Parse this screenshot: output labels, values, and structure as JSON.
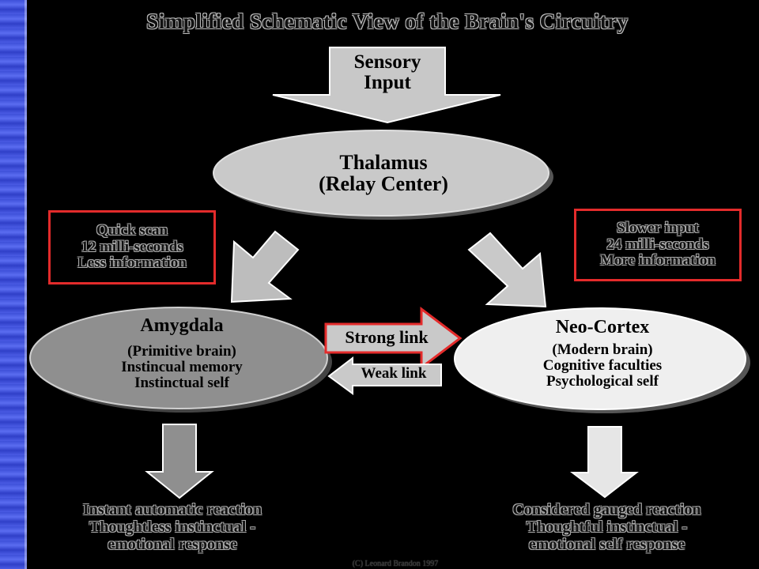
{
  "title": "Simplified Schematic View of the Brain's Circuitry",
  "sensory_input": {
    "line1": "Sensory",
    "line2": "Input"
  },
  "thalamus": {
    "name": "Thalamus",
    "subtitle": "(Relay Center)"
  },
  "quick_box": {
    "line1": "Quick scan",
    "line2": "12 milli-seconds",
    "line3": "Less information"
  },
  "slower_box": {
    "line1": "Slower input",
    "line2": "24 milli-seconds",
    "line3": "More information"
  },
  "amygdala": {
    "name": "Amygdala",
    "line1": "(Primitive brain)",
    "line2": "Instincual memory",
    "line3": "Instinctual self"
  },
  "neocortex": {
    "name": "Neo-Cortex",
    "line1": "(Modern brain)",
    "line2": "Cognitive faculties",
    "line3": "Psychological self"
  },
  "strong_link": "Strong link",
  "weak_link": "Weak link",
  "left_outcome": {
    "line1": "Instant automatic reaction",
    "line2": "Thoughtless instinctual -",
    "line3": "emotional response"
  },
  "right_outcome": {
    "line1": "Considered gauged reaction",
    "line2": "Thoughtful instinctual -",
    "line3": "emotional self response"
  },
  "credit": "(C) Leonard Brandon 1997",
  "colors": {
    "background": "#000000",
    "sidebar": "#4a5be4",
    "box_border": "#e32b2b",
    "amygdala_fill": "#8f8f8f",
    "neocortex_fill": "#efefef",
    "thalamus_fill": "#c9c9c9",
    "arrow_fill": "#c8c8c8"
  }
}
